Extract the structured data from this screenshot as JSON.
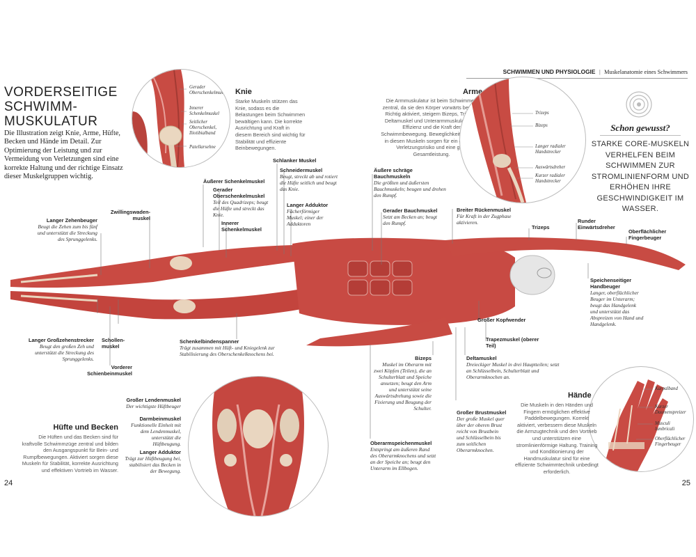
{
  "header": {
    "section": "SCHWIMMEN UND PHYSIOLOGIE",
    "separator": "|",
    "subtitle": "Muskelanatomie eines Schwimmers"
  },
  "title": {
    "line1": "VORDERSEITIGE",
    "line2": "SCHWIMM-",
    "line3": "MUSKULATUR"
  },
  "intro": "Die Illustration zeigt Knie, Arme, Hüfte, Becken und Hände im Detail. Zur Optimierung der Leistung und zur Vermeidung von Verletzungen sind eine korrekte Haltung und der richtige Einsatz dieser Muskelgruppen wichtig.",
  "knie": {
    "title": "Knie",
    "body": "Starke Muskeln stützen das Knie, sodass es die Belastungen beim Schwimmen bewältigen kann. Die korrekte Ausrichtung und Kraft in diesem Bereich sind wichtig für Stabilität und effiziente Beinbewegungen.",
    "labels": [
      "Gerader Oberschenkelmuskel",
      "Innerer Schenkelmuskel",
      "Seitlicher Oberschenkel, Iliotibialband",
      "Patellarsehne"
    ]
  },
  "arme": {
    "title": "Arme",
    "body": "Die Armmuskulatur ist beim Schwimmen zentral, da sie den Körper vorwärts bewegt. Richtig aktiviert, steigern Bizeps, Trizeps, Deltamuskel und Unterarmmuskulatur die Effizienz und die Kraft der Schwimmbewegung. Beweglichkeit und Kraft in diesen Muskeln sorgen für ein geringes Verletzungsrisiko und eine gute Gesamtleistung.",
    "labels": [
      "Trizeps",
      "Bizeps",
      "Langer radialer Handstrecker",
      "Auswärtsdreher",
      "Kurzer radialer Handstrecker"
    ]
  },
  "fact": {
    "title": "Schon gewusst?",
    "body": "STARKE CORE-MUSKELN VERHELFEN BEIM SCHWIMMEN ZUR STROMLINIENFORM UND ERHÖHEN IHRE GESCHWINDIGKEIT IM WASSER."
  },
  "huefte": {
    "title": "Hüfte und Becken",
    "body": "Die Hüften und das Becken sind für kraftvolle Schwimmzüge zentral und bilden den Ausgangspunkt für Bein- und Rumpfbewegungen. Aktiviert sorgen diese Muskeln für Stabilität, korrekte Ausrichtung und effektiven Vortrieb im Wasser.",
    "labels": [
      {
        "t": "Großer Lendenmuskel",
        "d": "Der wichtigste Hüftbeuger"
      },
      {
        "t": "Darmbeinmuskel",
        "d": "Funktionelle Einheit mit dem Lendenmuskel, unterstützt die Hüftbeugung."
      },
      {
        "t": "Langer Adduktor",
        "d": "Trägt zur Hüftbeugung bei, stabilisiert das Becken in der Bewegung."
      }
    ]
  },
  "haende": {
    "title": "Hände",
    "body": "Die Muskeln in den Händen und Fingern ermöglichen effektive Paddelbewegungen. Korrekt aktiviert, verbessern diese Muskeln die Armzugtechnik und den Vortrieb und unterstützen eine stromlinienförmige Haltung. Training und Konditionierung der Handmuskulatur sind für eine effiziente Schwimmtechnik unbedingt erforderlich.",
    "labels": [
      "Karpalband",
      "Kurzer Daumenspreizer",
      "Musculi lumbricali",
      "Oberflächlicher Fingerbeuger"
    ]
  },
  "body_labels": {
    "zehenbeuger": {
      "t": "Langer Zehenbeuger",
      "d": "Beugt die Zehen zum bis fünf und unterstützt die Streckung des Sprunggelenks."
    },
    "zwillings": {
      "t": "Zwillingswaden-muskel"
    },
    "aeusserer": {
      "t": "Äußerer Schenkelmuskel"
    },
    "gerader": {
      "t": "Gerader Oberschenkelmuskel",
      "d": "Teil des Quadrizeps; beugt die Hüfte und streckt das Knie."
    },
    "innerer": {
      "t": "Innerer Schenkelmuskel"
    },
    "schlanker": {
      "t": "Schlanker Muskel"
    },
    "schneider": {
      "t": "Schneidermuskel",
      "d": "Beugt, streckt ab und rotiert die Hüfte seitlich und beugt das Knie."
    },
    "adduktor": {
      "t": "Langer Adduktor",
      "d": "Fächerförmiger Muskel; einer der Adduktoren"
    },
    "bauch_schraeg": {
      "t": "Äußere schräge Bauchmuskeln",
      "d": "Die größten und äußersten Bauchmuskeln; beugen und drehen den Rumpf."
    },
    "bauch_gerade": {
      "t": "Gerader Bauchmuskel",
      "d": "Setzt am Becken an; beugt den Rumpf."
    },
    "ruecken": {
      "t": "Breiter Rückenmuskel",
      "d": "Für Kraft in der Zugphase aktivieren."
    },
    "trizeps": {
      "t": "Trizeps"
    },
    "einwaerts": {
      "t": "Runder Einwärtsdreher"
    },
    "fingerbeuger": {
      "t": "Oberflächlicher Fingerbeuger"
    },
    "speichen": {
      "t": "Speichenseitiger Handbeuger",
      "d": "Langer, oberflächlicher Beuger im Unterarm; beugt das Handgelenk und unterstützt das Abspreizen von Hand und Handgelenk."
    },
    "grosszehen": {
      "t": "Langer Großzehenstrecker",
      "d": "Beugt den großen Zeh und unterstützt die Streckung des Sprunggelenks."
    },
    "schollen": {
      "t": "Schollen-muskel"
    },
    "schienbein": {
      "t": "Vorderer Schienbeinmuskel"
    },
    "schenkelbinden": {
      "t": "Schenkelbindenspanner",
      "d": "Trägt zusammen mit Hüft- und Kniegelenk zur Stabilisierung des Oberschenkelknochens bei."
    },
    "kopfwender": {
      "t": "Großer Kopfwender"
    },
    "trapez": {
      "t": "Trapezmuskel (oberer Teil)"
    },
    "bizeps": {
      "t": "Bizeps",
      "d": "Muskel im Oberarm mit zwei Köpfen (Teilen), die an Schulterblatt und Speiche ansetzen; beugt den Arm und unterstützt seine Auswärtsdrehung sowie die Fixierung und Beugung der Schulter."
    },
    "delta": {
      "t": "Deltamuskel",
      "d": "Dreieckiger Muskel in drei Hauptteilen; setzt an Schlüsselbein, Schulterblatt und Oberarmknochen an."
    },
    "brust": {
      "t": "Großer Brustmuskel",
      "d": "Der große Muskel quer über der oberen Brust reicht von Brustbein und Schlüsselbein bis zum seitlichen Oberarmknochen."
    },
    "oberarmspeichen": {
      "t": "Oberarmspeichenmuskel",
      "d": "Entspringt am äußeren Rand des Oberarmknochens und setzt an der Speiche an; beugt den Unterarm im Ellbogen."
    }
  },
  "pages": {
    "left": "24",
    "right": "25"
  }
}
